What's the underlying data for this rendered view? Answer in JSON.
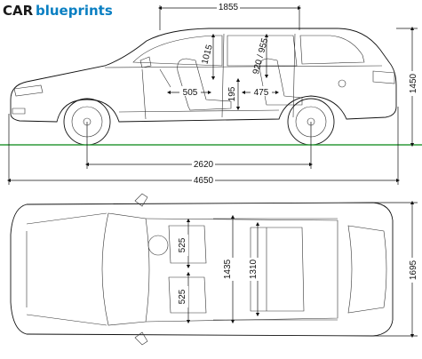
{
  "logo": {
    "word1": "CAR",
    "word2": "blueprints",
    "brand_color": "#0a7fc2"
  },
  "side_view": {
    "dims": {
      "roof_length": "1855",
      "front_headroom": "1015",
      "rear_headroom": "920 / 955",
      "front_legroom": "505",
      "rear_legroom": "475",
      "seat_height": "195",
      "wheelbase": "2620",
      "overall_length": "4650",
      "overall_height": "1450"
    }
  },
  "top_view": {
    "dims": {
      "front_shoulder_width": "525",
      "rear_shoulder_width": "525",
      "cabin_width": "1435",
      "rear_cabin_width": "1310",
      "overall_width": "1695"
    }
  }
}
